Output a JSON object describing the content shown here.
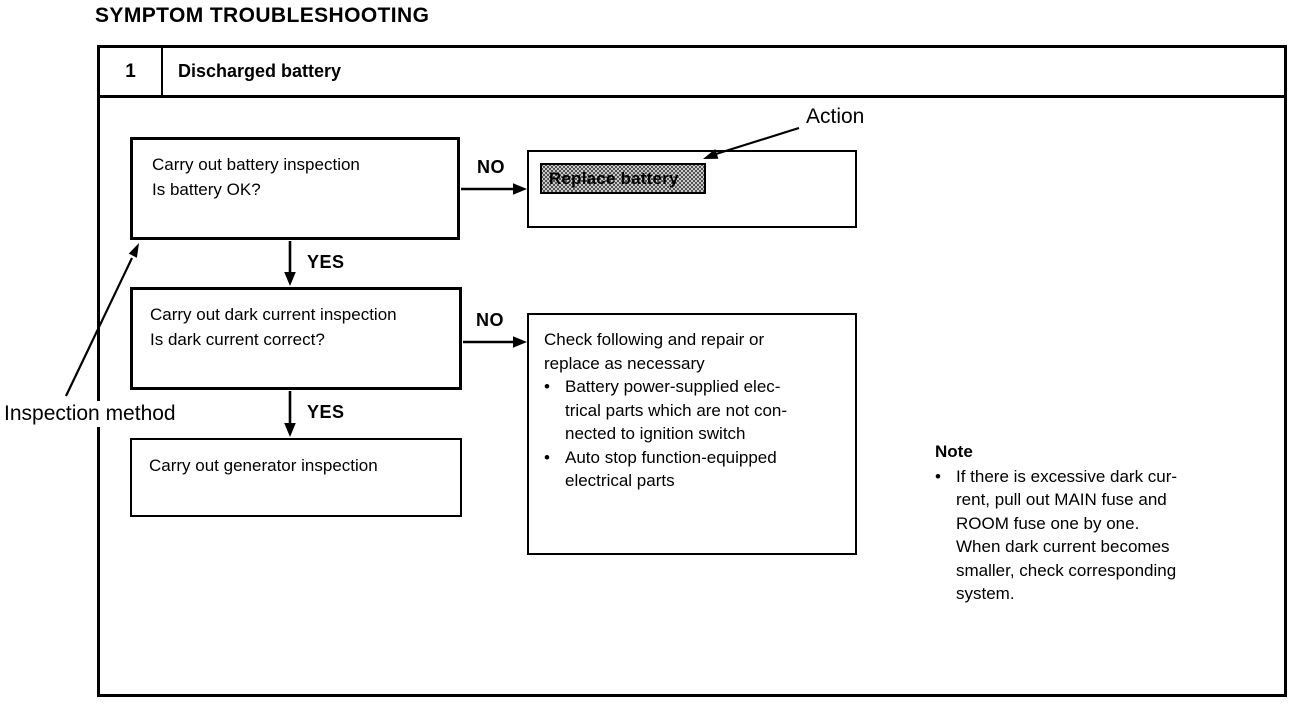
{
  "page": {
    "title": "SYMPTOM TROUBLESHOOTING"
  },
  "symptom_table": {
    "number": "1",
    "name": "Discharged battery"
  },
  "ui": {
    "bullet": "•"
  },
  "flowchart": {
    "step1": {
      "line1": "Carry out battery inspection",
      "line2": "Is battery OK?"
    },
    "step2": {
      "line1": "Carry out dark current inspection",
      "line2": "Is dark current correct?"
    },
    "step3": {
      "line1": "Carry out generator inspection"
    },
    "action1": {
      "label": "Replace battery"
    },
    "action2": {
      "intro1": "Check following and repair or",
      "intro2": "replace as necessary",
      "bullet1_line1": "Battery power-supplied elec-",
      "bullet1_line2": "trical parts which are not con-",
      "bullet1_line3": "nected to ignition switch",
      "bullet2_line1": "Auto stop function-equipped",
      "bullet2_line2": "electrical parts"
    },
    "connectors": {
      "no1": "NO",
      "yes1": "YES",
      "no2": "NO",
      "yes2": "YES"
    }
  },
  "annotations": {
    "action": "Action",
    "inspection_method": "Inspection method"
  },
  "note": {
    "title": "Note",
    "line1": "If there is excessive dark cur-",
    "line2": "rent, pull out MAIN fuse and",
    "line3": "ROOM fuse one by one.",
    "line4": "When dark current becomes",
    "line5": "smaller, check corresponding",
    "line6": "system."
  },
  "colors": {
    "ink": "#000000",
    "paper": "#ffffff",
    "highlight_fill": "#c9c9c9"
  }
}
